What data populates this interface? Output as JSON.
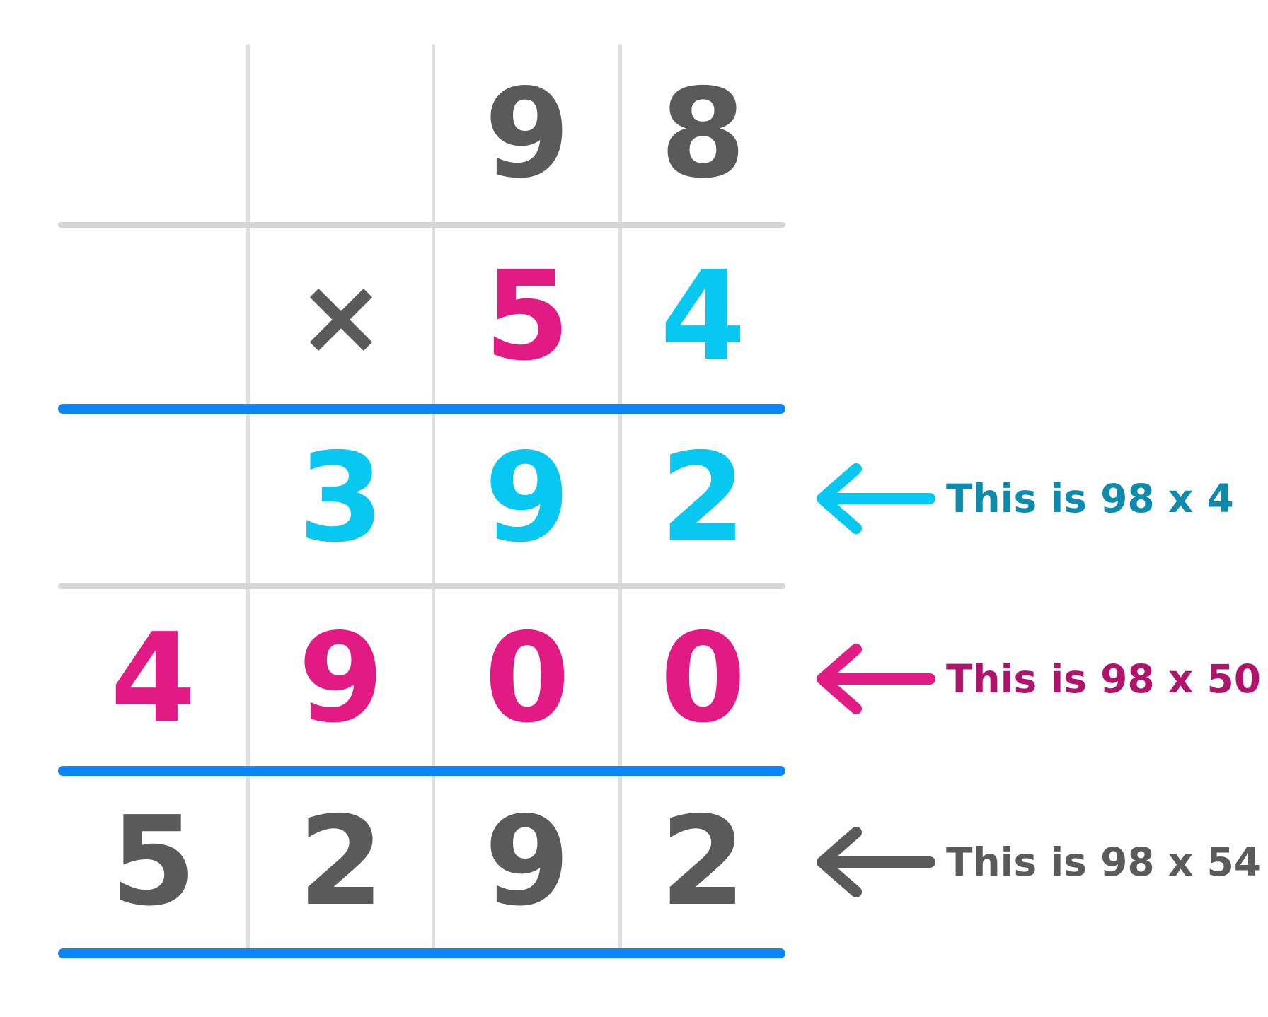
{
  "colors": {
    "background": "#ffffff",
    "digit_gray": "#5a5a5a",
    "digit_pink": "#e21b84",
    "digit_cyan": "#08c8f2",
    "annotation_teal": "#0e8aad",
    "annotation_dark_pink": "#b0136b",
    "annotation_gray": "#5a5a5a",
    "blue_line": "#0a86f8",
    "h_gray_line": "#d6d6d6",
    "v_gray_line": "#e0e0e0"
  },
  "grid": {
    "rows": [
      {
        "name": "multiplicand",
        "cells": [
          {
            "text": ""
          },
          {
            "text": ""
          },
          {
            "text": "9",
            "color": "#5a5a5a"
          },
          {
            "text": "8",
            "color": "#5a5a5a"
          }
        ]
      },
      {
        "name": "multiplier",
        "cells": [
          {
            "text": ""
          },
          {
            "text": "×",
            "color": "#5a5a5a"
          },
          {
            "text": "5",
            "color": "#e21b84"
          },
          {
            "text": "4",
            "color": "#08c8f2"
          }
        ]
      },
      {
        "name": "partial-product-1",
        "cells": [
          {
            "text": ""
          },
          {
            "text": "3",
            "color": "#08c8f2"
          },
          {
            "text": "9",
            "color": "#08c8f2"
          },
          {
            "text": "2",
            "color": "#08c8f2"
          }
        ]
      },
      {
        "name": "partial-product-2",
        "cells": [
          {
            "text": "4",
            "color": "#e21b84"
          },
          {
            "text": "9",
            "color": "#e21b84"
          },
          {
            "text": "0",
            "color": "#e21b84"
          },
          {
            "text": "0",
            "color": "#e21b84"
          }
        ]
      },
      {
        "name": "final-product",
        "cells": [
          {
            "text": "5",
            "color": "#5a5a5a"
          },
          {
            "text": "2",
            "color": "#5a5a5a"
          },
          {
            "text": "9",
            "color": "#5a5a5a"
          },
          {
            "text": "2",
            "color": "#5a5a5a"
          }
        ]
      }
    ]
  },
  "annotations": [
    {
      "label": "This is 98 x 4",
      "arrow_color": "#08c8f2",
      "text_color": "#0e8aad"
    },
    {
      "label": "This is 98 x 50",
      "arrow_color": "#e21b84",
      "text_color": "#b0136b"
    },
    {
      "label": "This is 98 x 54",
      "arrow_color": "#5a5a5a",
      "text_color": "#5a5a5a"
    }
  ]
}
